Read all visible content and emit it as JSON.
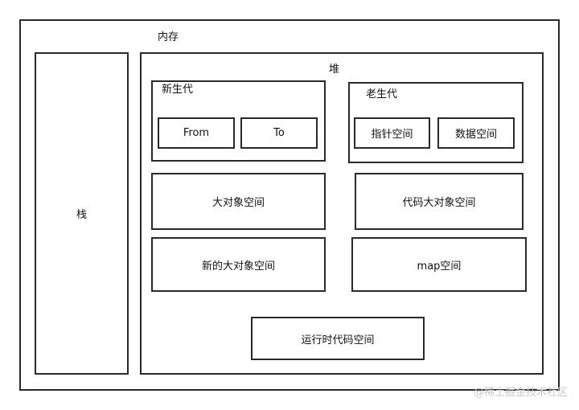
{
  "memory": {
    "label": "内存"
  },
  "stack": {
    "label": "栈"
  },
  "heap": {
    "label": "堆",
    "young_gen": {
      "label": "新生代",
      "from": "From",
      "to": "To"
    },
    "old_gen": {
      "label": "老生代",
      "pointer_space": "指针空间",
      "data_space": "数据空间"
    },
    "large_object_space": "大对象空间",
    "code_large_object_space": "代码大对象空间",
    "new_large_object_space": "新的大对象空间",
    "map_space": "map空间",
    "runtime_code_space": "运行时代码空间"
  },
  "watermark": "@稀土掘金技术社区"
}
